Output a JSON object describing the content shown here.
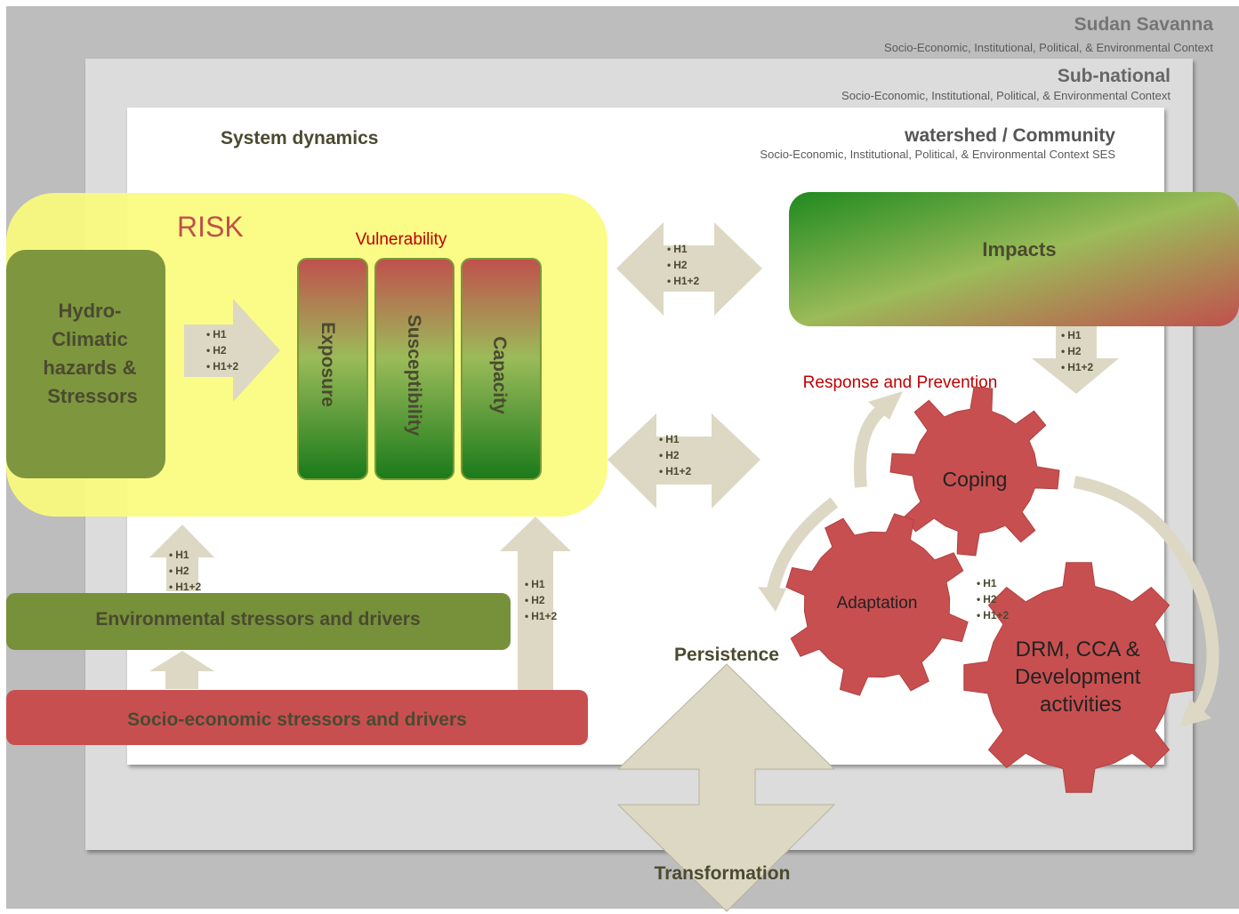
{
  "context": {
    "outer": {
      "title": "Sudan Savanna",
      "subtitle": "Socio-Economic,  Institutional,  Political,  & Environmental Context"
    },
    "middle": {
      "title": "Sub-national",
      "subtitle": "Socio-Economic,  Institutional,  Political,  & Environmental Context"
    },
    "inner": {
      "title": "watershed / Community",
      "subtitle": "Socio-Economic,  Institutional,  Political,  & Environmental Context SES"
    }
  },
  "system_dynamics": "System dynamics",
  "risk": {
    "label": "RISK",
    "hazards": [
      "Hydro-",
      "Climatic",
      "hazards &",
      "Stressors"
    ],
    "vulnerability": "Vulnerability",
    "bars": [
      "Exposure",
      "Susceptibility",
      "Capacity"
    ]
  },
  "impacts": "Impacts",
  "hypotheses": [
    "H1",
    "H2",
    "H1+2"
  ],
  "bullet": "•",
  "drivers": {
    "environmental": "Environmental stressors and drivers",
    "socioeconomic": "Socio-economic stressors and drivers"
  },
  "response": {
    "label": "Response and Prevention",
    "coping": "Coping",
    "adaptation": "Adaptation",
    "drm": [
      "DRM, CCA &",
      "Development",
      "activities"
    ]
  },
  "persistence": "Persistence",
  "transformation": "Transformation",
  "colors": {
    "outer_bg": "#bdbdbd",
    "middle_bg": "#dcdcdc",
    "risk_yellow": "#fbfc7a",
    "green": "#77903a",
    "red_bar": "#c84f50",
    "arrow": "#ddd8c4",
    "dark_text": "#4a4a30",
    "red_text": "#c00000"
  }
}
